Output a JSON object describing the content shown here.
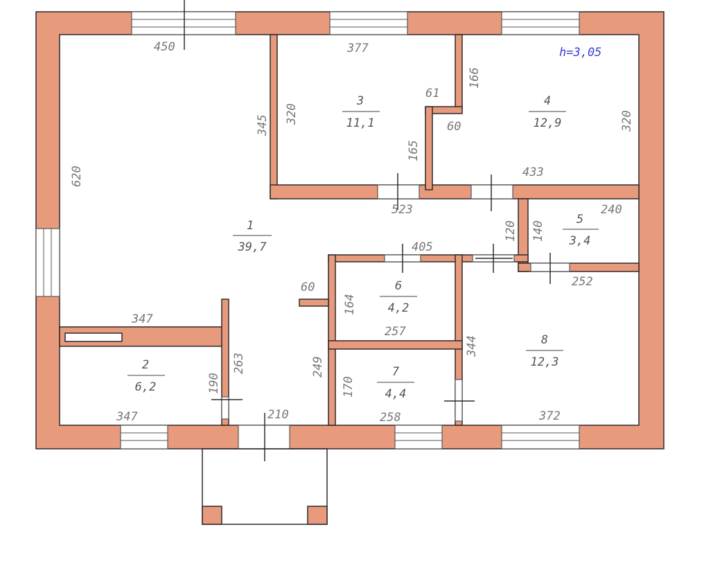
{
  "plan": {
    "ceiling_height": "h=3,05",
    "rooms": [
      {
        "number": "1",
        "area": "39,7"
      },
      {
        "number": "2",
        "area": "6,2"
      },
      {
        "number": "3",
        "area": "11,1"
      },
      {
        "number": "4",
        "area": "12,9"
      },
      {
        "number": "5",
        "area": "3,4"
      },
      {
        "number": "6",
        "area": "4,2"
      },
      {
        "number": "7",
        "area": "4,4"
      },
      {
        "number": "8",
        "area": "12,3"
      }
    ],
    "dimensions": {
      "d450": "450",
      "d377": "377",
      "d166": "166",
      "d61": "61",
      "d60a": "60",
      "d320a": "320",
      "d345": "345",
      "d165": "165",
      "d320b": "320",
      "d620": "620",
      "d433": "433",
      "d523": "523",
      "d240": "240",
      "d120": "120",
      "d140": "140",
      "d405": "405",
      "d252": "252",
      "d60b": "60",
      "d164": "164",
      "d257": "257",
      "d347a": "347",
      "d263": "263",
      "d249": "249",
      "d344": "344",
      "d190": "190",
      "d170": "170",
      "d347b": "347",
      "d210": "210",
      "d258": "258",
      "d372": "372"
    }
  }
}
